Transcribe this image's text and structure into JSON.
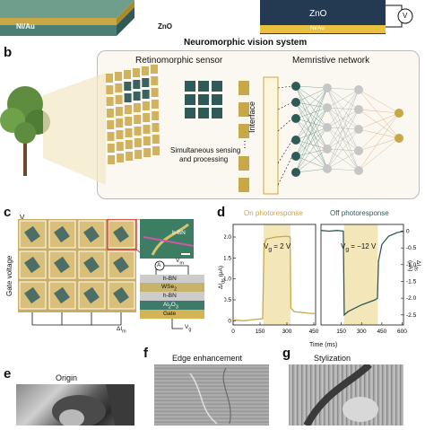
{
  "top": {
    "left_labels": [
      "Ni/Au",
      "ZnO"
    ],
    "right_labels": {
      "zno": "ZnO",
      "niau": "Ni/Au",
      "meter": "V"
    }
  },
  "b": {
    "label": "b",
    "title": "Neuromorphic vision system",
    "sensor": "Retinomorphic sensor",
    "network": "Memristive network",
    "interface": "Interface",
    "note_line1": "Simultaneous sensing",
    "note_line2": "and processing",
    "colors": {
      "gold": "#c9a646",
      "dark": "#2f5a57",
      "grey": "#c6c6c6",
      "orange": "#d49a5a"
    }
  },
  "c": {
    "label": "c",
    "vm": "V",
    "vm_sub": "m",
    "gate_voltage": "Gate voltage",
    "dim": "ΔI",
    "dim_sub": "m",
    "layers": [
      "h-BN",
      "WSe",
      "h-BN",
      "Al",
      "Gate"
    ],
    "wse_sub": "2",
    "al_sub": "2",
    "al_tail": "O",
    "al_sub2": "3",
    "micro_label": "h-BN",
    "amp": "A",
    "ammeter_v": "V",
    "ammeter_v_sub": "m",
    "bottom_v": "V",
    "bottom_v_sub": "g"
  },
  "d": {
    "label": "d",
    "on_title": "On photoresponse",
    "off_title": "Off photoresponse",
    "on_vg": "V",
    "on_vg_sub": "g",
    "on_vg_val": " = 2 V",
    "off_vg_val": " = −12 V",
    "ylabel_left": "ΔI",
    "ylabel_left_sub": "ds",
    "ylabel_left_unit": " (μA)",
    "ylabel_right": "ΔI",
    "ylabel_right_sub": "ds",
    "ylabel_right_unit": " (μA)",
    "xlabel": "Time (ms)",
    "on_color": "#c9a646",
    "off_color": "#2f5a57",
    "shade_color": "#f3e7b9"
  },
  "chart_data": [
    {
      "type": "line",
      "title": "On photoresponse",
      "xlabel": "Time (ms)",
      "ylabel": "ΔIds (μA)",
      "x_ticks": [
        0,
        150,
        300,
        450
      ],
      "y_ticks": [
        0,
        0.5,
        1.0,
        1.5,
        2.0
      ],
      "xlim": [
        0,
        460
      ],
      "ylim": [
        -0.1,
        2.3
      ],
      "shaded_interval": [
        170,
        320
      ],
      "series": [
        {
          "x": [
            0,
            60,
            120,
            165,
            172,
            185,
            240,
            300,
            318,
            322,
            340,
            380,
            420,
            460
          ],
          "y": [
            0.02,
            0.0,
            0.03,
            0.05,
            1.8,
            1.95,
            2.0,
            2.02,
            2.0,
            0.3,
            0.22,
            0.2,
            0.18,
            0.17
          ]
        }
      ]
    },
    {
      "type": "line",
      "title": "Off photoresponse",
      "xlabel": "Time (ms)",
      "ylabel": "ΔIds (μA)",
      "x_ticks": [
        150,
        300,
        450,
        600
      ],
      "y_ticks": [
        0,
        -0.5,
        -1.0,
        -1.5,
        -2.0,
        -2.5
      ],
      "xlim": [
        0,
        610
      ],
      "ylim": [
        -2.8,
        0.2
      ],
      "shaded_interval": [
        170,
        420
      ],
      "series": [
        {
          "x": [
            0,
            60,
            120,
            165,
            172,
            200,
            300,
            400,
            418,
            425,
            450,
            500,
            560,
            610
          ],
          "y": [
            0.02,
            0.0,
            0.02,
            0.0,
            -2.5,
            -2.4,
            -2.2,
            -2.05,
            -2.0,
            -0.9,
            -0.4,
            -0.15,
            -0.05,
            0.0
          ]
        }
      ]
    }
  ],
  "e": {
    "label": "e",
    "title": "Origin"
  },
  "f": {
    "label": "f",
    "title": "Edge enhancement"
  },
  "g": {
    "label": "g",
    "title": "Stylization"
  }
}
